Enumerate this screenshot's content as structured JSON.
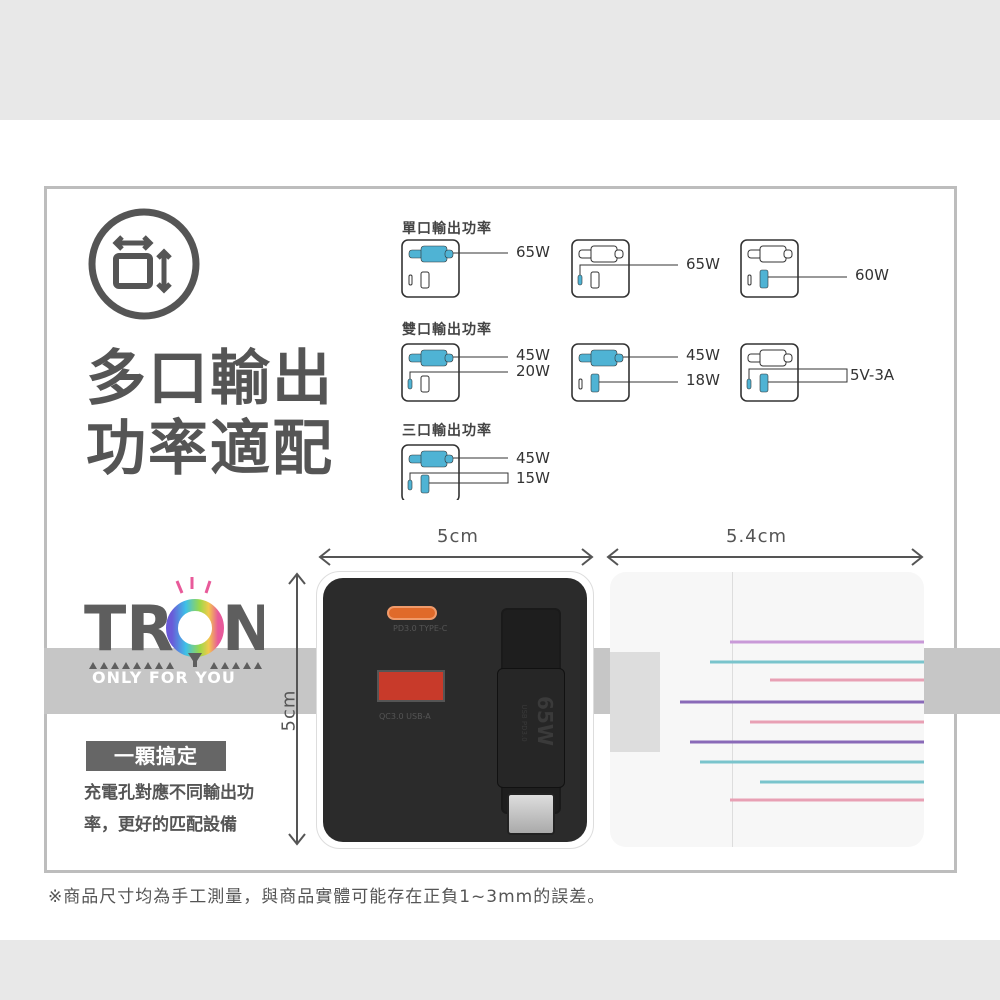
{
  "headline": {
    "line1": "多口輸出",
    "line2": "功率適配"
  },
  "sections": [
    {
      "title": "單口輸出功率",
      "items": [
        {
          "labels": [
            "65W"
          ]
        },
        {
          "labels": [
            "65W"
          ]
        },
        {
          "labels": [
            "60W"
          ]
        }
      ]
    },
    {
      "title": "雙口輸出功率",
      "items": [
        {
          "labels": [
            "45W",
            "20W"
          ]
        },
        {
          "labels": [
            "45W",
            "18W"
          ]
        },
        {
          "labels": [
            "5V-3A"
          ]
        }
      ]
    },
    {
      "title": "三口輸出功率",
      "items": [
        {
          "labels": [
            "45W",
            "15W"
          ]
        }
      ]
    }
  ],
  "dimensions": {
    "width": "5cm",
    "depth": "5.4cm",
    "height": "5cm"
  },
  "logo": {
    "brand": "TRON",
    "slogan": "ONLY FOR YOU"
  },
  "feature": {
    "tag": "一顆搞定",
    "description": "充電孔對應不同輸出功率，更好的匹配設備"
  },
  "charger": {
    "port1": "PD3.0 TYPE-C",
    "port2": "QC3.0 USB-A",
    "cable": "65W",
    "cable_sub": "USB PD3.0"
  },
  "footnote": "※商品尺寸均為手工測量，與商品實體可能存在正負1~3mm的誤差。",
  "colors": {
    "accent": "#4fb3d4",
    "text": "#555555",
    "port": "#e05a3a"
  }
}
